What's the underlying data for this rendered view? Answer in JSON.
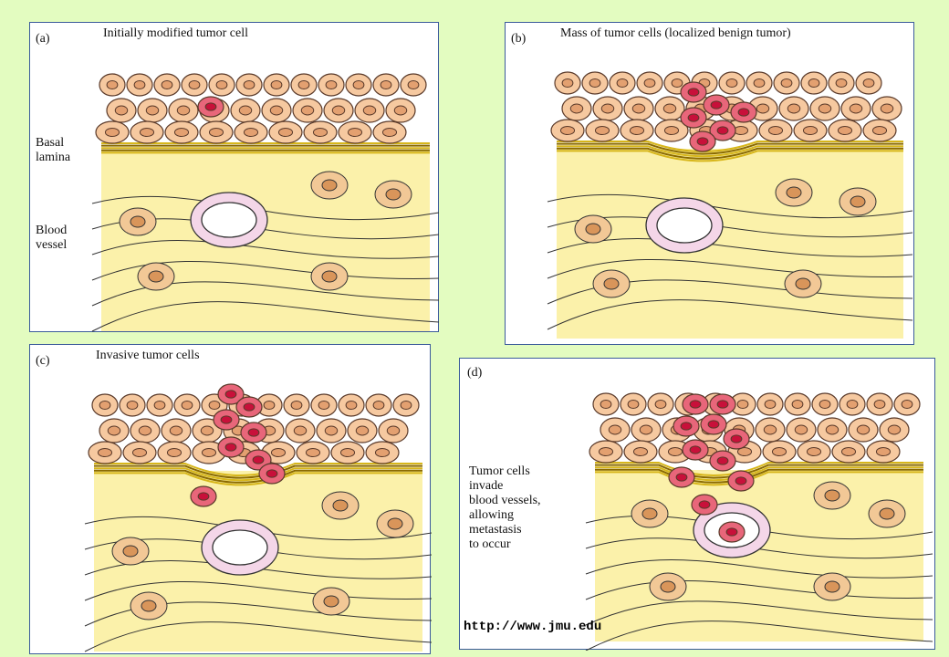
{
  "panels": [
    {
      "id": "a",
      "letter": "(a)",
      "title": "Initially modified tumor cell",
      "side_labels": [
        "Basal",
        "lamina",
        "Blood",
        "vessel"
      ]
    },
    {
      "id": "b",
      "letter": "(b)",
      "title": "Mass of tumor cells (localized benign tumor)"
    },
    {
      "id": "c",
      "letter": "(c)",
      "title": "Invasive tumor  cells"
    },
    {
      "id": "d",
      "letter": "(d)",
      "title": "",
      "annotation": [
        "Tumor cells",
        "invade",
        "blood vessels,",
        "allowing",
        "metastasis",
        "to occur"
      ]
    }
  ],
  "credit": "http://www.jmu.edu",
  "colors": {
    "background": "#e3fcc0",
    "epithelial_cell": "#f6c9a0",
    "tumor_cell": "#e8667a",
    "basal_lamina": "#d7b61a",
    "connective_tissue": "#fbf1aa",
    "vessel": "#f4d6e8"
  }
}
